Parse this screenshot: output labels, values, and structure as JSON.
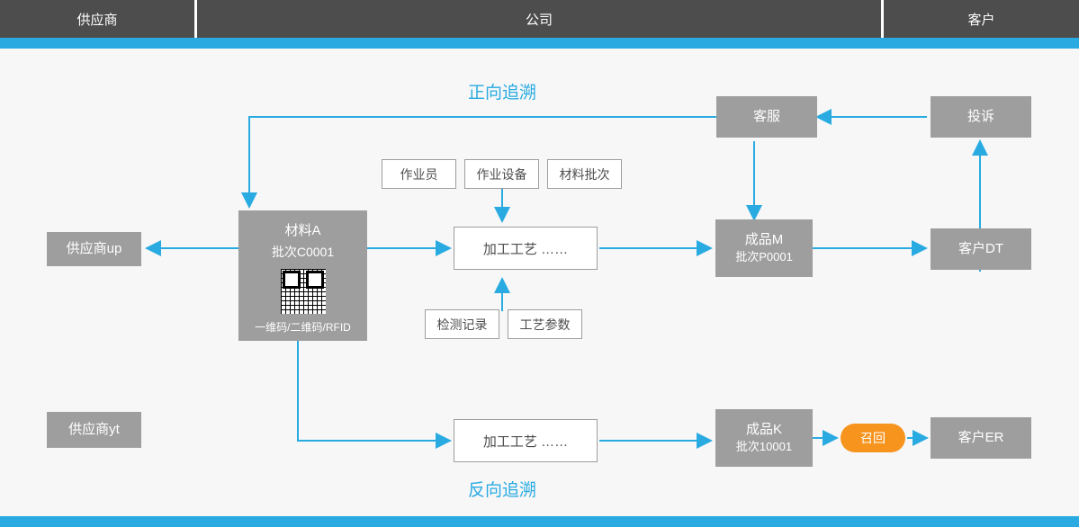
{
  "header": {
    "lanes": [
      {
        "label": "供应商"
      },
      {
        "label": "公司"
      },
      {
        "label": "客户"
      }
    ]
  },
  "captions": {
    "forward": "正向追溯",
    "backward": "反向追溯"
  },
  "nodes": {
    "supplier_up": "供应商up",
    "supplier_yt": "供应商yt",
    "material_name": "材料A",
    "material_batch": "批次C0001",
    "material_code_note": "一维码/二维码/RFID",
    "process_top": "加工工艺  ……",
    "process_bottom": "加工工艺  ……",
    "product_m_name": "成品M",
    "product_m_batch": "批次P0001",
    "product_k_name": "成品K",
    "product_k_batch": "批次10001",
    "customer_service": "客服",
    "complaint": "投诉",
    "customer_dt": "客户DT",
    "customer_er": "客户ER",
    "recall": "召回"
  },
  "attributes": {
    "operator": "作业员",
    "equipment": "作业设备",
    "material_batch_attr": "材料批次",
    "inspection_record": "检测记录",
    "process_parameter": "工艺参数"
  },
  "colors": {
    "accent": "#29abe2",
    "node": "#9e9e9e",
    "header": "#4d4d4d",
    "recall": "#f7941e"
  }
}
